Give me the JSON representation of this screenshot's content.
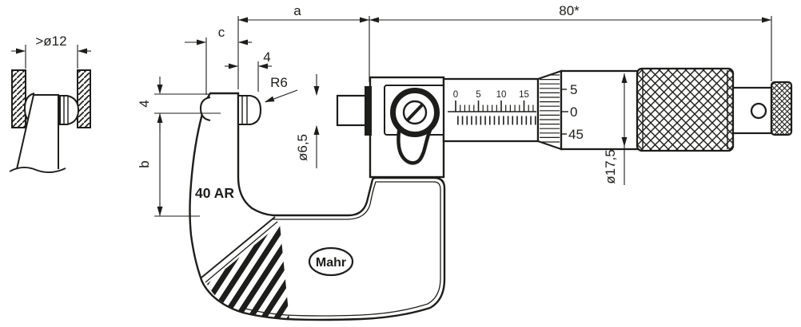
{
  "drawing": {
    "detail_view": {
      "bore_diameter_label": ">ø12"
    },
    "dimensions": {
      "a_label": "a",
      "c_label": "c",
      "overall_length_label": "80*",
      "anvil_tip_length_label": "4",
      "anvil_tip_radius_label": "R6",
      "face_offset_label": "4",
      "b_label": "b",
      "spindle_diameter_label": "ø6,5",
      "thimble_diameter_label": "ø17,5"
    },
    "labels": {
      "model": "40 AR",
      "brand": "Mahr"
    },
    "sleeve_scale_numbers": [
      "0",
      "5",
      "10",
      "15"
    ],
    "thimble_scale_numbers": [
      "5",
      "0",
      "45"
    ],
    "colors": {
      "line": "#1d1d1b",
      "background": "#ffffff"
    }
  }
}
